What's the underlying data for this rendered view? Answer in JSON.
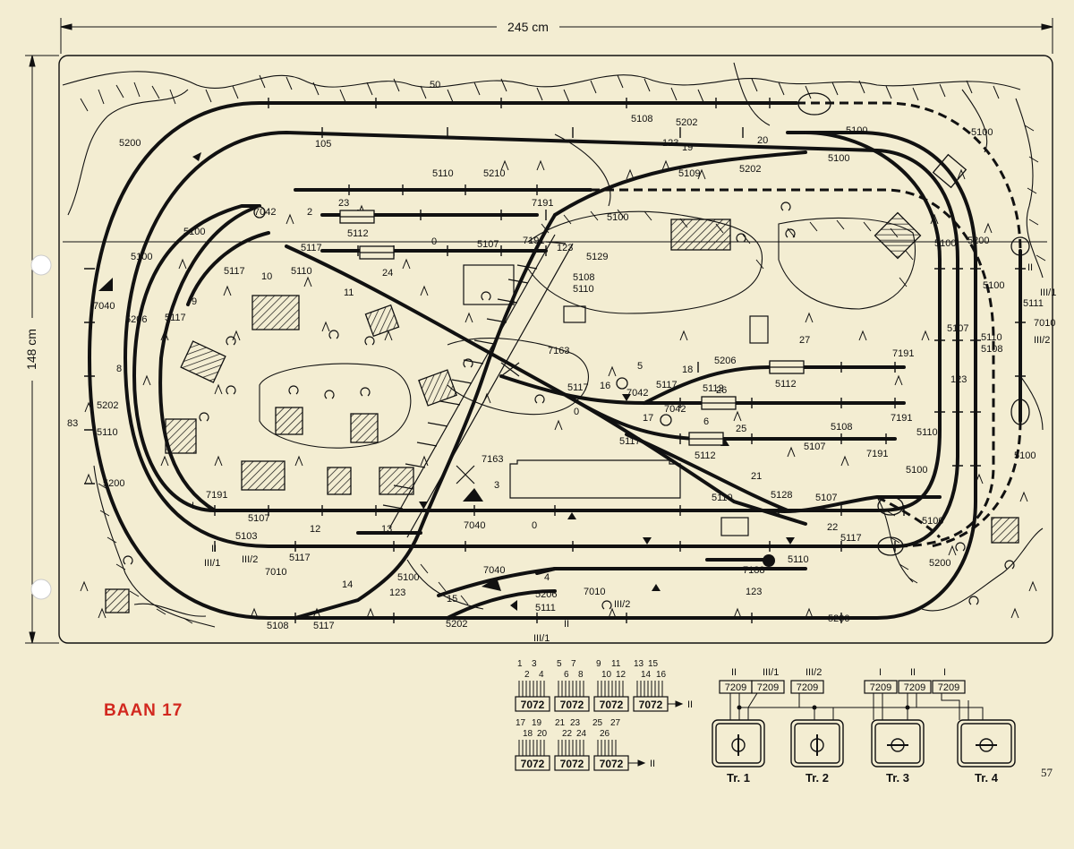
{
  "layout_title": "BAAN 17",
  "page_number": "57",
  "dimensions": {
    "width": "245 cm",
    "height": "148 cm"
  },
  "track_labels": [
    "50",
    "5108",
    "5202",
    "5200",
    "123",
    "19",
    "20",
    "5100",
    "105",
    "5109",
    "5202",
    "5100",
    "5110",
    "5210",
    "5100",
    "23",
    "7191",
    "7042",
    "2",
    "5100",
    "5112",
    "5117",
    "0",
    "5107",
    "7191",
    "123",
    "5129",
    "5100",
    "5117",
    "5110",
    "5108",
    "5110",
    "24",
    "10",
    "11",
    "9",
    "5117",
    "5206",
    "7040",
    "5100",
    "8",
    "5202",
    "83",
    "5110",
    "5200",
    "7163",
    "5117",
    "16",
    "5",
    "18",
    "5206",
    "27",
    "7191",
    "7042",
    "5117",
    "5112",
    "26",
    "5112",
    "0",
    "17",
    "6",
    "7042",
    "25",
    "5117",
    "7191",
    "5108",
    "5107",
    "7191",
    "5112",
    "5100",
    "5107",
    "123",
    "5110",
    "5110",
    "5108",
    "5100",
    "7163",
    "3",
    "5100",
    "7191",
    "21",
    "5128",
    "5107",
    "5110",
    "5107",
    "12",
    "13",
    "7040",
    "0",
    "22",
    "5117",
    "5100",
    "5103",
    "7010",
    "5117",
    "5110",
    "7188",
    "5200",
    "5100",
    "14",
    "7040",
    "4",
    "15",
    "5206",
    "7010",
    "123",
    "5200",
    "123",
    "5108",
    "5117",
    "5202",
    "5111",
    "5200",
    "5100",
    "5111",
    "7010"
  ],
  "roman_labels": [
    "II",
    "III/1",
    "III/2",
    "II",
    "III/1",
    "III/2",
    "III/2",
    "II",
    "III/1",
    "I"
  ],
  "control": {
    "group1": {
      "numbers": [
        "1",
        "3",
        "2",
        "4",
        "5",
        "7",
        "6",
        "8",
        "9",
        "11",
        "10",
        "12",
        "13",
        "15",
        "14",
        "16"
      ],
      "boxes": [
        "7072",
        "7072",
        "7072",
        "7072"
      ],
      "output": "II"
    },
    "group2": {
      "numbers": [
        "17",
        "19",
        "18",
        "20",
        "21",
        "23",
        "22",
        "24",
        "25",
        "27",
        "26"
      ],
      "boxes": [
        "7072",
        "7072",
        "7072"
      ],
      "output": "II"
    },
    "switch_labels": [
      "II",
      "III/1",
      "III/2",
      "I",
      "II",
      "I"
    ],
    "switch_boxes": [
      "7209",
      "7209",
      "7209",
      "7209",
      "7209",
      "7209"
    ],
    "transformers": [
      "Tr. 1",
      "Tr. 2",
      "Tr. 3",
      "Tr. 4"
    ]
  },
  "colors": {
    "paper": "#f3edd2",
    "ink": "#111111",
    "title": "#d2281f"
  }
}
